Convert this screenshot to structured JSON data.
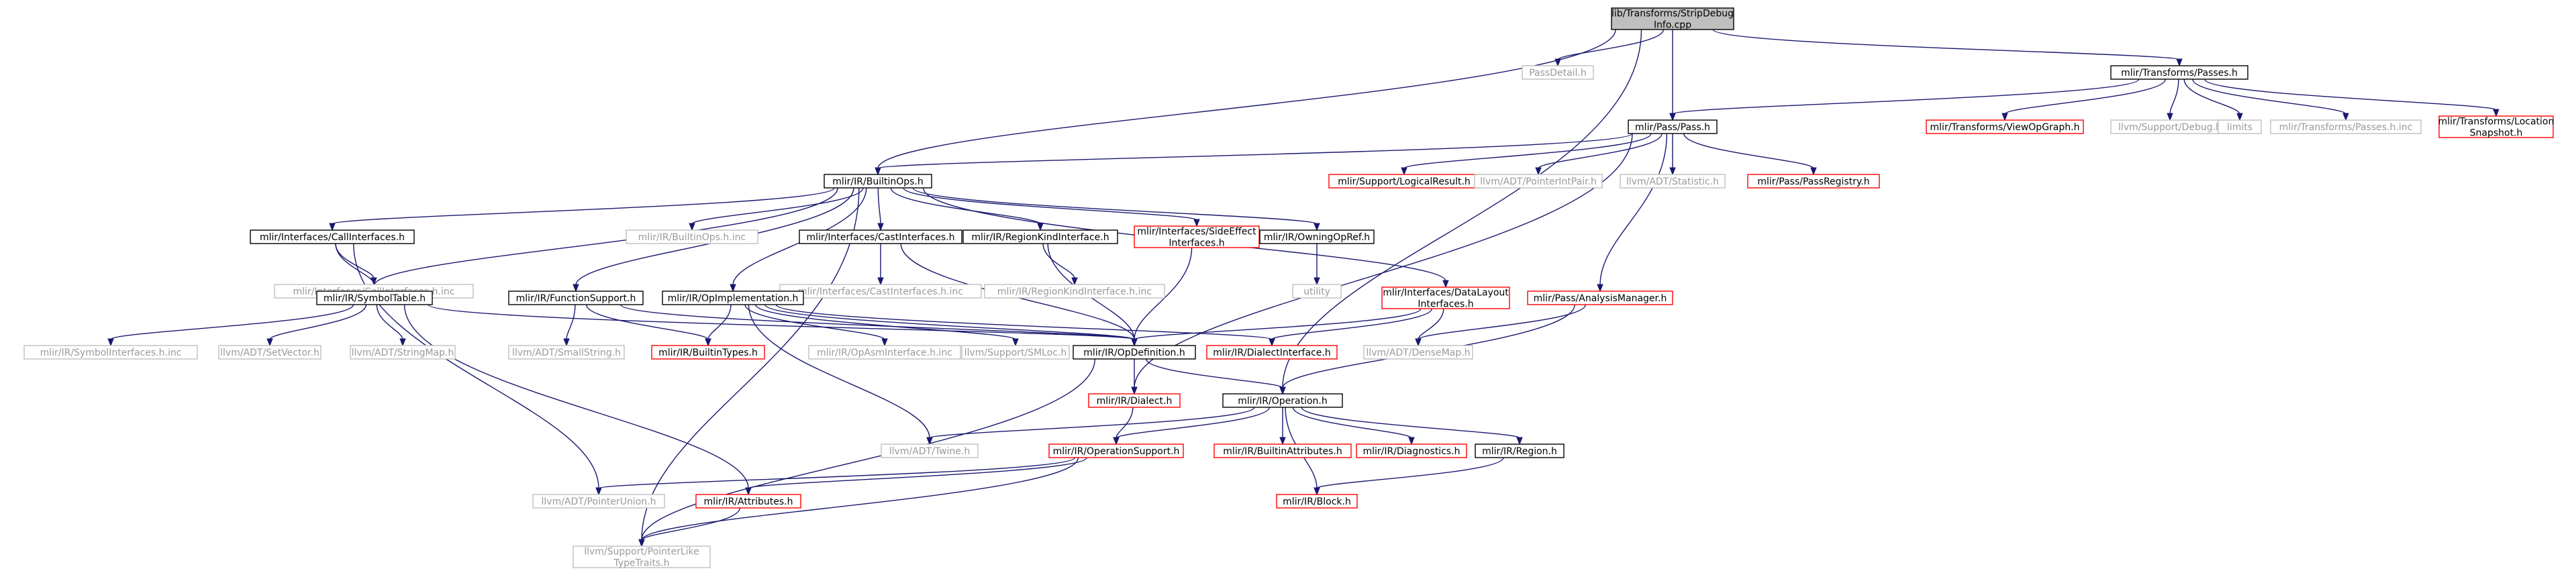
{
  "colors": {
    "edge": "#191970",
    "focus_fill": "#bfbfbf",
    "normal_border": "#000000",
    "missing_border": "#ff0000",
    "external_border": "#bfbfbf",
    "external_text": "#9a9a9a",
    "background": "#ffffff"
  },
  "nodes": [
    {
      "id": "strip",
      "kind": "focus",
      "lines": [
        "lib/Transforms/StripDebug",
        "Info.cpp"
      ]
    },
    {
      "id": "passdetail",
      "kind": "external",
      "lines": [
        "PassDetail.h"
      ]
    },
    {
      "id": "passes",
      "kind": "normal",
      "lines": [
        "mlir/Transforms/Passes.h"
      ]
    },
    {
      "id": "pass",
      "kind": "normal",
      "lines": [
        "mlir/Pass/Pass.h"
      ]
    },
    {
      "id": "viewopgraph",
      "kind": "missing",
      "lines": [
        "mlir/Transforms/ViewOpGraph.h"
      ]
    },
    {
      "id": "debug",
      "kind": "external",
      "lines": [
        "llvm/Support/Debug.h"
      ]
    },
    {
      "id": "limits",
      "kind": "external",
      "lines": [
        "limits"
      ]
    },
    {
      "id": "passesinc",
      "kind": "external",
      "lines": [
        "mlir/Transforms/Passes.h.inc"
      ]
    },
    {
      "id": "locsnap",
      "kind": "missing",
      "lines": [
        "mlir/Transforms/Location",
        "Snapshot.h"
      ]
    },
    {
      "id": "builtinops",
      "kind": "normal",
      "lines": [
        "mlir/IR/BuiltinOps.h"
      ]
    },
    {
      "id": "logicalresult",
      "kind": "missing",
      "lines": [
        "mlir/Support/LogicalResult.h"
      ]
    },
    {
      "id": "pointerintpair",
      "kind": "external",
      "lines": [
        "llvm/ADT/PointerIntPair.h"
      ]
    },
    {
      "id": "statistic",
      "kind": "external",
      "lines": [
        "llvm/ADT/Statistic.h"
      ]
    },
    {
      "id": "passregistry",
      "kind": "missing",
      "lines": [
        "mlir/Pass/PassRegistry.h"
      ]
    },
    {
      "id": "callif",
      "kind": "normal",
      "lines": [
        "mlir/Interfaces/CallInterfaces.h"
      ]
    },
    {
      "id": "builtinopsinc",
      "kind": "external",
      "lines": [
        "mlir/IR/BuiltinOps.h.inc"
      ]
    },
    {
      "id": "castif",
      "kind": "normal",
      "lines": [
        "mlir/Interfaces/CastInterfaces.h"
      ]
    },
    {
      "id": "regionkind",
      "kind": "normal",
      "lines": [
        "mlir/IR/RegionKindInterface.h"
      ]
    },
    {
      "id": "sideeffect",
      "kind": "missing",
      "lines": [
        "mlir/Interfaces/SideEffect",
        "Interfaces.h"
      ]
    },
    {
      "id": "owningopref",
      "kind": "normal",
      "lines": [
        "mlir/IR/OwningOpRef.h"
      ]
    },
    {
      "id": "callifinc",
      "kind": "external",
      "lines": [
        "mlir/Interfaces/CallInterfaces.h.inc"
      ]
    },
    {
      "id": "castifinc",
      "kind": "external",
      "lines": [
        "mlir/Interfaces/CastInterfaces.h.inc"
      ]
    },
    {
      "id": "regionkindinc",
      "kind": "external",
      "lines": [
        "mlir/IR/RegionKindInterface.h.inc"
      ]
    },
    {
      "id": "utility",
      "kind": "external",
      "lines": [
        "utility"
      ]
    },
    {
      "id": "symboltable",
      "kind": "normal",
      "lines": [
        "mlir/IR/SymbolTable.h"
      ]
    },
    {
      "id": "functionsupport",
      "kind": "normal",
      "lines": [
        "mlir/IR/FunctionSupport.h"
      ]
    },
    {
      "id": "opimpl",
      "kind": "normal",
      "lines": [
        "mlir/IR/OpImplementation.h"
      ]
    },
    {
      "id": "datalayout",
      "kind": "missing",
      "lines": [
        "mlir/Interfaces/DataLayout",
        "Interfaces.h"
      ]
    },
    {
      "id": "analysismgr",
      "kind": "missing",
      "lines": [
        "mlir/Pass/AnalysisManager.h"
      ]
    },
    {
      "id": "symbolifinc",
      "kind": "external",
      "lines": [
        "mlir/IR/SymbolInterfaces.h.inc"
      ]
    },
    {
      "id": "setvector",
      "kind": "external",
      "lines": [
        "llvm/ADT/SetVector.h"
      ]
    },
    {
      "id": "stringmap",
      "kind": "external",
      "lines": [
        "llvm/ADT/StringMap.h"
      ]
    },
    {
      "id": "smallstring",
      "kind": "external",
      "lines": [
        "llvm/ADT/SmallString.h"
      ]
    },
    {
      "id": "builtintypes",
      "kind": "missing",
      "lines": [
        "mlir/IR/BuiltinTypes.h"
      ]
    },
    {
      "id": "opasmif",
      "kind": "external",
      "lines": [
        "mlir/IR/OpAsmInterface.h.inc"
      ]
    },
    {
      "id": "smloc",
      "kind": "external",
      "lines": [
        "llvm/Support/SMLoc.h"
      ]
    },
    {
      "id": "opdef",
      "kind": "normal",
      "lines": [
        "mlir/IR/OpDefinition.h"
      ]
    },
    {
      "id": "dialectif",
      "kind": "missing",
      "lines": [
        "mlir/IR/DialectInterface.h"
      ]
    },
    {
      "id": "densemap",
      "kind": "external",
      "lines": [
        "llvm/ADT/DenseMap.h"
      ]
    },
    {
      "id": "dialect",
      "kind": "missing",
      "lines": [
        "mlir/IR/Dialect.h"
      ]
    },
    {
      "id": "operation",
      "kind": "normal",
      "lines": [
        "mlir/IR/Operation.h"
      ]
    },
    {
      "id": "twine",
      "kind": "external",
      "lines": [
        "llvm/ADT/Twine.h"
      ]
    },
    {
      "id": "opsupport",
      "kind": "missing",
      "lines": [
        "mlir/IR/OperationSupport.h"
      ]
    },
    {
      "id": "builtinattrs",
      "kind": "missing",
      "lines": [
        "mlir/IR/BuiltinAttributes.h"
      ]
    },
    {
      "id": "diagnostics",
      "kind": "missing",
      "lines": [
        "mlir/IR/Diagnostics.h"
      ]
    },
    {
      "id": "region",
      "kind": "normal",
      "lines": [
        "mlir/IR/Region.h"
      ]
    },
    {
      "id": "pointerunion",
      "kind": "external",
      "lines": [
        "llvm/ADT/PointerUnion.h"
      ]
    },
    {
      "id": "attributes",
      "kind": "missing",
      "lines": [
        "mlir/IR/Attributes.h"
      ]
    },
    {
      "id": "block",
      "kind": "missing",
      "lines": [
        "mlir/IR/Block.h"
      ]
    },
    {
      "id": "ptrliketraits",
      "kind": "external",
      "lines": [
        "llvm/Support/PointerLike",
        "TypeTraits.h"
      ]
    }
  ],
  "edges": [
    [
      "strip",
      "passdetail"
    ],
    [
      "strip",
      "passes"
    ],
    [
      "strip",
      "pass"
    ],
    [
      "strip",
      "builtinops"
    ],
    [
      "strip",
      "operation"
    ],
    [
      "passes",
      "pass"
    ],
    [
      "passes",
      "viewopgraph"
    ],
    [
      "passes",
      "debug"
    ],
    [
      "passes",
      "limits"
    ],
    [
      "passes",
      "passesinc"
    ],
    [
      "passes",
      "locsnap"
    ],
    [
      "pass",
      "builtinops"
    ],
    [
      "pass",
      "logicalresult"
    ],
    [
      "pass",
      "pointerintpair"
    ],
    [
      "pass",
      "statistic"
    ],
    [
      "pass",
      "passregistry"
    ],
    [
      "pass",
      "analysismgr"
    ],
    [
      "pass",
      "dialect"
    ],
    [
      "builtinops",
      "callif"
    ],
    [
      "builtinops",
      "builtinopsinc"
    ],
    [
      "builtinops",
      "castif"
    ],
    [
      "builtinops",
      "regionkind"
    ],
    [
      "builtinops",
      "sideeffect"
    ],
    [
      "builtinops",
      "owningopref"
    ],
    [
      "builtinops",
      "symboltable"
    ],
    [
      "builtinops",
      "functionsupport"
    ],
    [
      "builtinops",
      "opimpl"
    ],
    [
      "builtinops",
      "datalayout"
    ],
    [
      "builtinops",
      "ptrliketraits"
    ],
    [
      "callif",
      "callifinc"
    ],
    [
      "callif",
      "symboltable"
    ],
    [
      "callif",
      "pointerunion"
    ],
    [
      "castif",
      "castifinc"
    ],
    [
      "castif",
      "opdef"
    ],
    [
      "regionkind",
      "regionkindinc"
    ],
    [
      "regionkind",
      "opdef"
    ],
    [
      "sideeffect",
      "opdef"
    ],
    [
      "owningopref",
      "utility"
    ],
    [
      "symboltable",
      "symbolifinc"
    ],
    [
      "symboltable",
      "setvector"
    ],
    [
      "symboltable",
      "stringmap"
    ],
    [
      "symboltable",
      "opdef"
    ],
    [
      "symboltable",
      "attributes"
    ],
    [
      "functionsupport",
      "smallstring"
    ],
    [
      "functionsupport",
      "builtintypes"
    ],
    [
      "functionsupport",
      "opdef"
    ],
    [
      "opimpl",
      "builtintypes"
    ],
    [
      "opimpl",
      "opasmif"
    ],
    [
      "opimpl",
      "smloc"
    ],
    [
      "opimpl",
      "opdef"
    ],
    [
      "opimpl",
      "dialectif"
    ],
    [
      "opimpl",
      "twine"
    ],
    [
      "datalayout",
      "opdef"
    ],
    [
      "datalayout",
      "dialectif"
    ],
    [
      "datalayout",
      "densemap"
    ],
    [
      "analysismgr",
      "densemap"
    ],
    [
      "analysismgr",
      "operation"
    ],
    [
      "opdef",
      "dialect"
    ],
    [
      "opdef",
      "operation"
    ],
    [
      "opdef",
      "ptrliketraits"
    ],
    [
      "dialect",
      "opsupport"
    ],
    [
      "operation",
      "twine"
    ],
    [
      "operation",
      "opsupport"
    ],
    [
      "operation",
      "builtinattrs"
    ],
    [
      "operation",
      "diagnostics"
    ],
    [
      "operation",
      "region"
    ],
    [
      "operation",
      "block"
    ],
    [
      "opsupport",
      "pointerunion"
    ],
    [
      "opsupport",
      "attributes"
    ],
    [
      "opsupport",
      "ptrliketraits"
    ],
    [
      "region",
      "block"
    ],
    [
      "attributes",
      "ptrliketraits"
    ]
  ]
}
